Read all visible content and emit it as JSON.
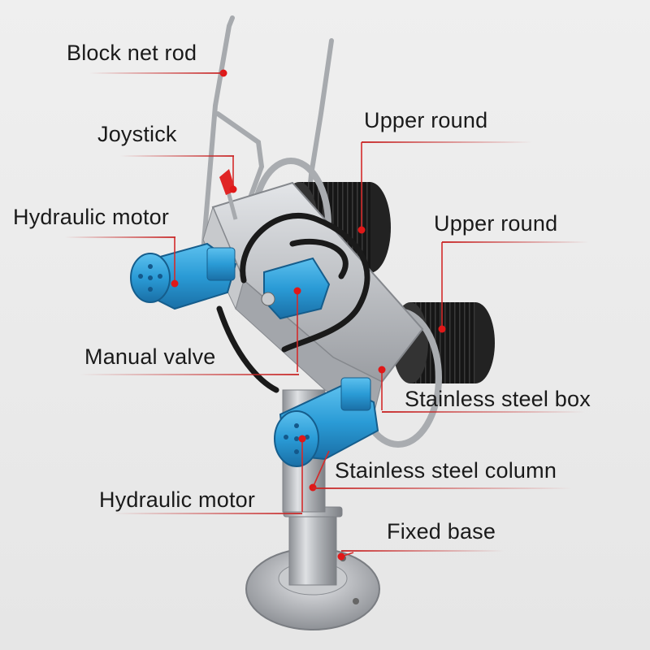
{
  "labels": {
    "block_net_rod": "Block net rod",
    "joystick": "Joystick",
    "hydraulic_motor_top": "Hydraulic motor",
    "upper_round_1": "Upper round",
    "upper_round_2": "Upper round",
    "manual_valve": "Manual valve",
    "stainless_steel_box": "Stainless steel box",
    "stainless_steel_column": "Stainless steel column",
    "hydraulic_motor_bottom": "Hydraulic motor",
    "fixed_base": "Fixed base"
  },
  "colors": {
    "leader_line": "#d42a2a",
    "marker_dot": "#e01818",
    "motor_blue": "#2a9bd6",
    "steel": "#b9bcc0",
    "brush_black": "#1c1c1c",
    "background": "#ececec"
  }
}
